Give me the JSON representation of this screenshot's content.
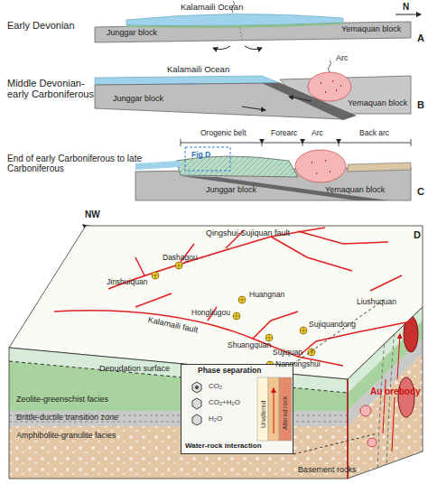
{
  "diagram": {
    "nodes": [
      {
        "text": [
          "Phase separation",
          "CO₂",
          "CO₂+H₂O",
          "H₂O",
          "Water-rock interaction",
          "Unaltered",
          "Altered rock"
        ]
      }
    ],
    "labels": [
      "Early Devonian",
      "Kalamaili Ocean",
      "N",
      "Junggar block",
      "Yemaquan block",
      "A",
      "Middle Devonian- early Carboniferous",
      "Kalamaili Ocean",
      "Arc",
      "Junggar block",
      "Yemaquan block",
      "B",
      "End of early Carboniferous to late Carboniferous",
      "Orogenic belt",
      "Forearc",
      "Arc",
      "Back arc",
      "Fig D",
      "Junggar block",
      "Yemaquan block",
      "C",
      "NW",
      "D",
      "Qingshui-Sujiquan fault",
      "Dashagou",
      "Jinshuiquan",
      "Hongliugou",
      "Huangnan",
      "Kalamaili fault",
      "Shuangquan",
      "Sujiquandong",
      "Sujiquan",
      "Nanmingshui",
      "Liushuquan",
      "Denudation surface",
      "Zeolite-greenschist facies",
      "Brittle-ductile transition zone",
      "Amphibolite-granulite facies",
      "Au orebody",
      "Basement rocks"
    ]
  }
}
